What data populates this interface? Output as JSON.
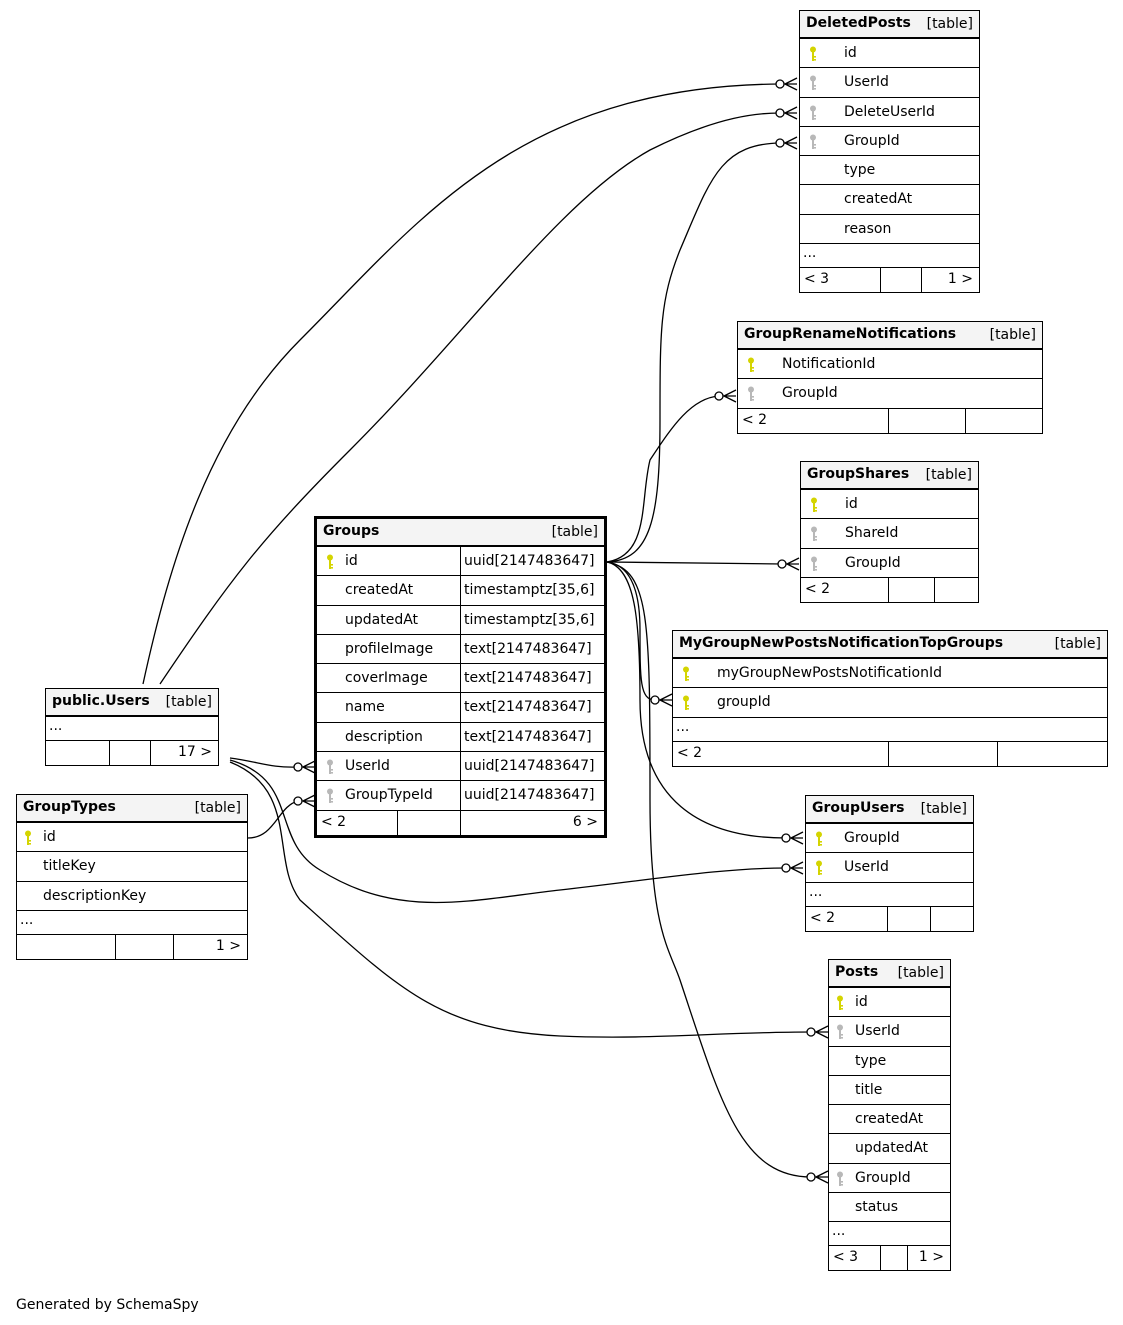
{
  "footer": "Generated by SchemaSpy",
  "colors": {
    "primary_key": "#d4d400",
    "foreign_key": "#b8b8b8",
    "header_bg": "#f4f4f4",
    "line": "#000000"
  },
  "tables": {
    "deletedPosts": {
      "name": "DeletedPosts",
      "type": "[table]",
      "columns": [
        {
          "name": "id",
          "key": "pk"
        },
        {
          "name": "UserId",
          "key": "fk"
        },
        {
          "name": "DeleteUserId",
          "key": "fk"
        },
        {
          "name": "GroupId",
          "key": "fk"
        },
        {
          "name": "type",
          "key": ""
        },
        {
          "name": "createdAt",
          "key": ""
        },
        {
          "name": "reason",
          "key": ""
        }
      ],
      "ellipsis": "...",
      "footer_left": "< 3",
      "footer_right": "1 >"
    },
    "groupRenameNotifications": {
      "name": "GroupRenameNotifications",
      "type": "[table]",
      "columns": [
        {
          "name": "NotificationId",
          "key": "pk"
        },
        {
          "name": "GroupId",
          "key": "fk"
        }
      ],
      "footer_left": "< 2",
      "footer_right": ""
    },
    "groupShares": {
      "name": "GroupShares",
      "type": "[table]",
      "columns": [
        {
          "name": "id",
          "key": "pk"
        },
        {
          "name": "ShareId",
          "key": "fk"
        },
        {
          "name": "GroupId",
          "key": "fk"
        }
      ],
      "footer_left": "< 2",
      "footer_right": ""
    },
    "myGroupNewPostsNotificationTopGroups": {
      "name": "MyGroupNewPostsNotificationTopGroups",
      "type": "[table]",
      "columns": [
        {
          "name": "myGroupNewPostsNotificationId",
          "key": "pk"
        },
        {
          "name": "groupId",
          "key": "pk"
        }
      ],
      "ellipsis": "...",
      "footer_left": "< 2",
      "footer_right": ""
    },
    "groupUsers": {
      "name": "GroupUsers",
      "type": "[table]",
      "columns": [
        {
          "name": "GroupId",
          "key": "pk"
        },
        {
          "name": "UserId",
          "key": "pk"
        }
      ],
      "ellipsis": "...",
      "footer_left": "< 2",
      "footer_right": ""
    },
    "posts": {
      "name": "Posts",
      "type": "[table]",
      "columns": [
        {
          "name": "id",
          "key": "pk"
        },
        {
          "name": "UserId",
          "key": "fk"
        },
        {
          "name": "type",
          "key": ""
        },
        {
          "name": "title",
          "key": ""
        },
        {
          "name": "createdAt",
          "key": ""
        },
        {
          "name": "updatedAt",
          "key": ""
        },
        {
          "name": "GroupId",
          "key": "fk"
        },
        {
          "name": "status",
          "key": ""
        }
      ],
      "ellipsis": "...",
      "footer_left": "< 3",
      "footer_right": "1 >"
    },
    "groups": {
      "name": "Groups",
      "type": "[table]",
      "columns": [
        {
          "name": "id",
          "key": "pk",
          "datatype": "uuid[2147483647]"
        },
        {
          "name": "createdAt",
          "key": "",
          "datatype": "timestamptz[35,6]"
        },
        {
          "name": "updatedAt",
          "key": "",
          "datatype": "timestamptz[35,6]"
        },
        {
          "name": "profileImage",
          "key": "",
          "datatype": "text[2147483647]"
        },
        {
          "name": "coverImage",
          "key": "",
          "datatype": "text[2147483647]"
        },
        {
          "name": "name",
          "key": "",
          "datatype": "text[2147483647]"
        },
        {
          "name": "description",
          "key": "",
          "datatype": "text[2147483647]"
        },
        {
          "name": "UserId",
          "key": "fk",
          "datatype": "uuid[2147483647]"
        },
        {
          "name": "GroupTypeId",
          "key": "fk",
          "datatype": "uuid[2147483647]"
        }
      ],
      "footer_left": "< 2",
      "footer_right": "6 >"
    },
    "publicUsers": {
      "name": "public.Users",
      "type": "[table]",
      "ellipsis": "...",
      "footer_left": "",
      "footer_right": "17 >"
    },
    "groupTypes": {
      "name": "GroupTypes",
      "type": "[table]",
      "columns": [
        {
          "name": "id",
          "key": "pk"
        },
        {
          "name": "titleKey",
          "key": ""
        },
        {
          "name": "descriptionKey",
          "key": ""
        }
      ],
      "ellipsis": "...",
      "footer_left": "",
      "footer_right": "1 >"
    }
  },
  "relationships": [
    {
      "from": "public.Users",
      "to": "DeletedPosts.UserId"
    },
    {
      "from": "public.Users",
      "to": "DeletedPosts.DeleteUserId"
    },
    {
      "from": "Groups.id",
      "to": "DeletedPosts.GroupId"
    },
    {
      "from": "Groups.id",
      "to": "GroupRenameNotifications.GroupId"
    },
    {
      "from": "Groups.id",
      "to": "GroupShares.GroupId"
    },
    {
      "from": "Groups.id",
      "to": "MyGroupNewPostsNotificationTopGroups.groupId"
    },
    {
      "from": "Groups.id",
      "to": "GroupUsers.GroupId"
    },
    {
      "from": "Groups.id",
      "to": "Posts.GroupId"
    },
    {
      "from": "public.Users",
      "to": "Groups.UserId"
    },
    {
      "from": "GroupTypes.id",
      "to": "Groups.GroupTypeId"
    },
    {
      "from": "public.Users",
      "to": "GroupUsers.UserId"
    },
    {
      "from": "public.Users",
      "to": "Posts.UserId"
    }
  ]
}
